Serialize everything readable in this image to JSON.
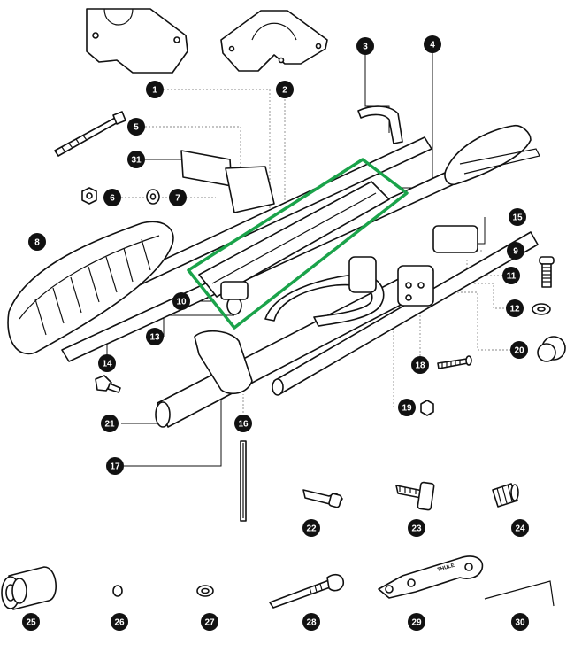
{
  "colors": {
    "line": "#111111",
    "callout_bg": "#111111",
    "callout_text": "#ffffff",
    "highlight": "#1aa34a",
    "leader": "#8a8a8a"
  },
  "callouts": [
    {
      "id": "c1",
      "label": "1"
    },
    {
      "id": "c2",
      "label": "2"
    },
    {
      "id": "c3",
      "label": "3"
    },
    {
      "id": "c4",
      "label": "4"
    },
    {
      "id": "c5",
      "label": "5"
    },
    {
      "id": "c6",
      "label": "6"
    },
    {
      "id": "c7",
      "label": "7"
    },
    {
      "id": "c8",
      "label": "8"
    },
    {
      "id": "c9",
      "label": "9"
    },
    {
      "id": "c10",
      "label": "10"
    },
    {
      "id": "c11",
      "label": "11"
    },
    {
      "id": "c12",
      "label": "12"
    },
    {
      "id": "c13",
      "label": "13"
    },
    {
      "id": "c14",
      "label": "14"
    },
    {
      "id": "c15",
      "label": "15"
    },
    {
      "id": "c16",
      "label": "16"
    },
    {
      "id": "c17",
      "label": "17"
    },
    {
      "id": "c18",
      "label": "18"
    },
    {
      "id": "c19",
      "label": "19"
    },
    {
      "id": "c20",
      "label": "20"
    },
    {
      "id": "c21",
      "label": "21"
    },
    {
      "id": "c22",
      "label": "22"
    },
    {
      "id": "c23",
      "label": "23"
    },
    {
      "id": "c24",
      "label": "24"
    },
    {
      "id": "c25",
      "label": "25"
    },
    {
      "id": "c26",
      "label": "26"
    },
    {
      "id": "c27",
      "label": "27"
    },
    {
      "id": "c28",
      "label": "28"
    },
    {
      "id": "c29",
      "label": "29"
    },
    {
      "id": "c30",
      "label": "30"
    },
    {
      "id": "c31",
      "label": "31"
    }
  ],
  "logo_text": "THULE"
}
